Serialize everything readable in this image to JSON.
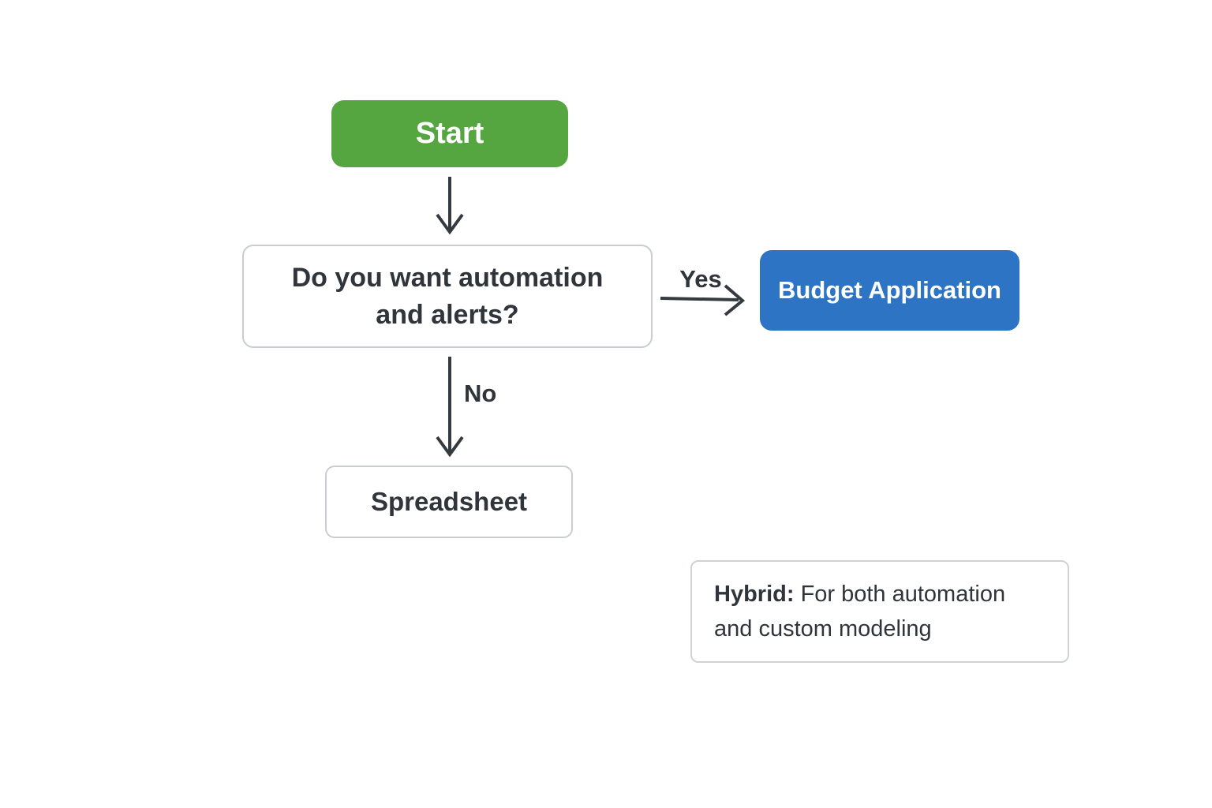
{
  "diagram": {
    "type": "flowchart",
    "background": "#ffffff",
    "nodes": {
      "start": {
        "label": "Start",
        "fill": "#55a640",
        "text_color": "#ffffff"
      },
      "decision": {
        "label": "Do you want automation and alerts?",
        "fill": "#ffffff",
        "border_color": "#c9cdd1",
        "text_color": "#2f353b"
      },
      "budget_application": {
        "label": "Budget Application",
        "fill": "#2e74c4",
        "text_color": "#ffffff"
      },
      "spreadsheet": {
        "label": "Spreadsheet",
        "fill": "#ffffff",
        "border_color": "#c9cdd1",
        "text_color": "#2f353b"
      },
      "hybrid_note": {
        "label_prefix": "Hybrid:",
        "label_text": "For both automation and custom modeling",
        "fill": "#ffffff",
        "border_color": "#cfd3d6",
        "text_color": "#2f353b"
      }
    },
    "edges": {
      "start_to_decision": {
        "label": ""
      },
      "decision_to_budget": {
        "label": "Yes"
      },
      "decision_to_spreadsheet": {
        "label": "No"
      }
    },
    "arrow_color": "#343a40"
  }
}
